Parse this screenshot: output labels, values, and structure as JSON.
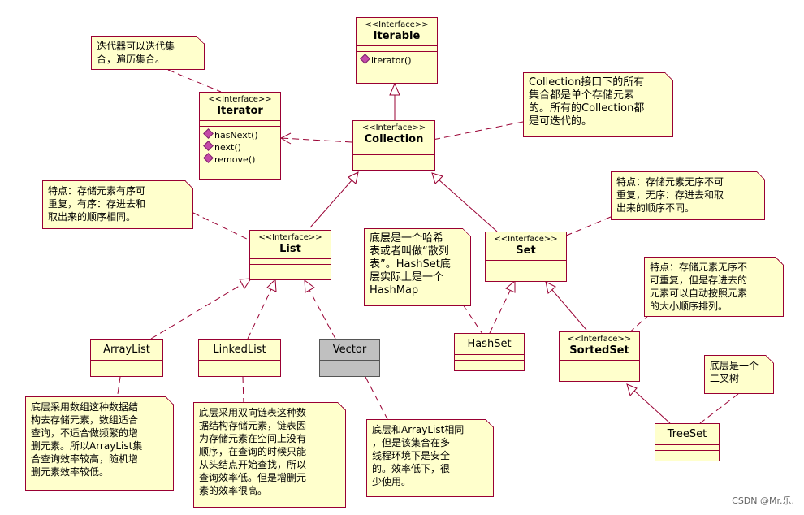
{
  "classes": {
    "iterable": {
      "stereotype": "<<Interface>>",
      "name": "Iterable",
      "ops": [
        "iterator()"
      ]
    },
    "iterator": {
      "stereotype": "<<Interface>>",
      "name": "Iterator",
      "ops": [
        "hasNext()",
        "next()",
        "remove()"
      ]
    },
    "collection": {
      "stereotype": "<<Interface>>",
      "name": "Collection"
    },
    "list": {
      "stereotype": "<<Interface>>",
      "name": "List"
    },
    "set": {
      "stereotype": "<<Interface>>",
      "name": "Set"
    },
    "sortedset": {
      "stereotype": "<<Interface>>",
      "name": "SortedSet"
    },
    "arraylist": {
      "name": "ArrayList"
    },
    "linkedlist": {
      "name": "LinkedList"
    },
    "vector": {
      "name": "Vector"
    },
    "hashset": {
      "name": "HashSet"
    },
    "treeset": {
      "name": "TreeSet"
    }
  },
  "notes": {
    "iterator": [
      "迭代器可以迭代集",
      "合，遍历集合。"
    ],
    "collection": [
      "Collection接口下的所有",
      "集合都是单个存储元素",
      "的。所有的Collection都",
      "是可迭代的。"
    ],
    "list": [
      "特点：存储元素有序可",
      "重复，有序：存进去和",
      "取出来的顺序相同。"
    ],
    "set": [
      "特点：存储元素无序不可",
      "重复，无序：存进去和取",
      "出来的顺序不同。"
    ],
    "hashset": [
      "底层是一个哈希",
      "表或者叫做“散列",
      "表”。HashSet底",
      "层实际上是一个",
      "HashMap"
    ],
    "sortedset": [
      "特点：存储元素无序不",
      "可重复，但是存进去的",
      "元素可以自动按照元素",
      "的大小顺序排列。"
    ],
    "treeset": [
      "底层是一个",
      "二叉树"
    ],
    "arraylist": [
      "底层采用数组这种数据结",
      "构去存储元素，数组适合",
      "查询，不适合做频繁的增",
      "删元素。所以ArrayList集",
      "合查询效率较高，随机增",
      "删元素效率较低。"
    ],
    "linkedlist": [
      "底层采用双向链表这种数",
      "据结构存储元素，链表因",
      "为存储元素在空间上没有",
      "顺序，在查询的时候只能",
      "从头结点开始查找，所以",
      "查询效率低。但是增删元",
      "素的效率很高。"
    ],
    "vector": [
      "底层和ArrayList相同",
      "，但是该集合在多",
      "线程环境下是安全",
      "的。效率低下，很",
      "少使用。"
    ]
  },
  "watermark": "CSDN @Mr.乐."
}
